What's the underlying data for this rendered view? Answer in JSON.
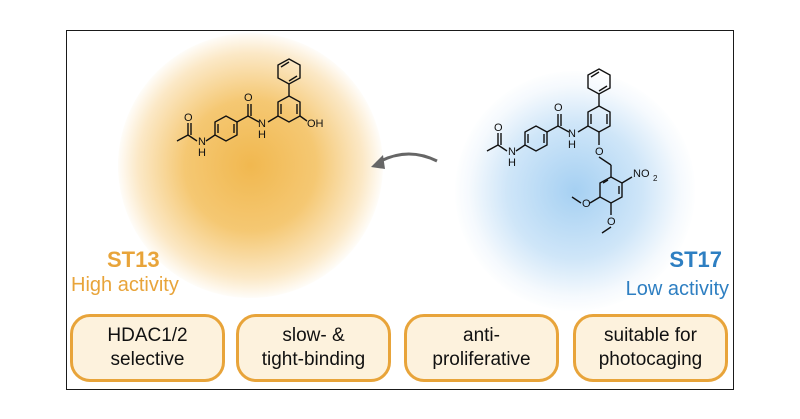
{
  "compounds": [
    {
      "name": "ST13",
      "activity": "High activity",
      "color": "#e8a43a"
    },
    {
      "name": "ST17",
      "activity": "Low activity",
      "color": "#2e7fc2"
    }
  ],
  "atoms": {
    "o": "O",
    "h": "H",
    "n": "N",
    "oh": "OH",
    "no2": "NO",
    "sub2": "2"
  },
  "features": [
    "HDAC1/2\nselective",
    "slow- &\ntight-binding",
    "anti-\nproliferative",
    "suitable for\nphotocaging"
  ],
  "colors": {
    "orange": "#e8a43a",
    "blue": "#2e7fc2",
    "pill_fill": "#fdf2dd"
  }
}
